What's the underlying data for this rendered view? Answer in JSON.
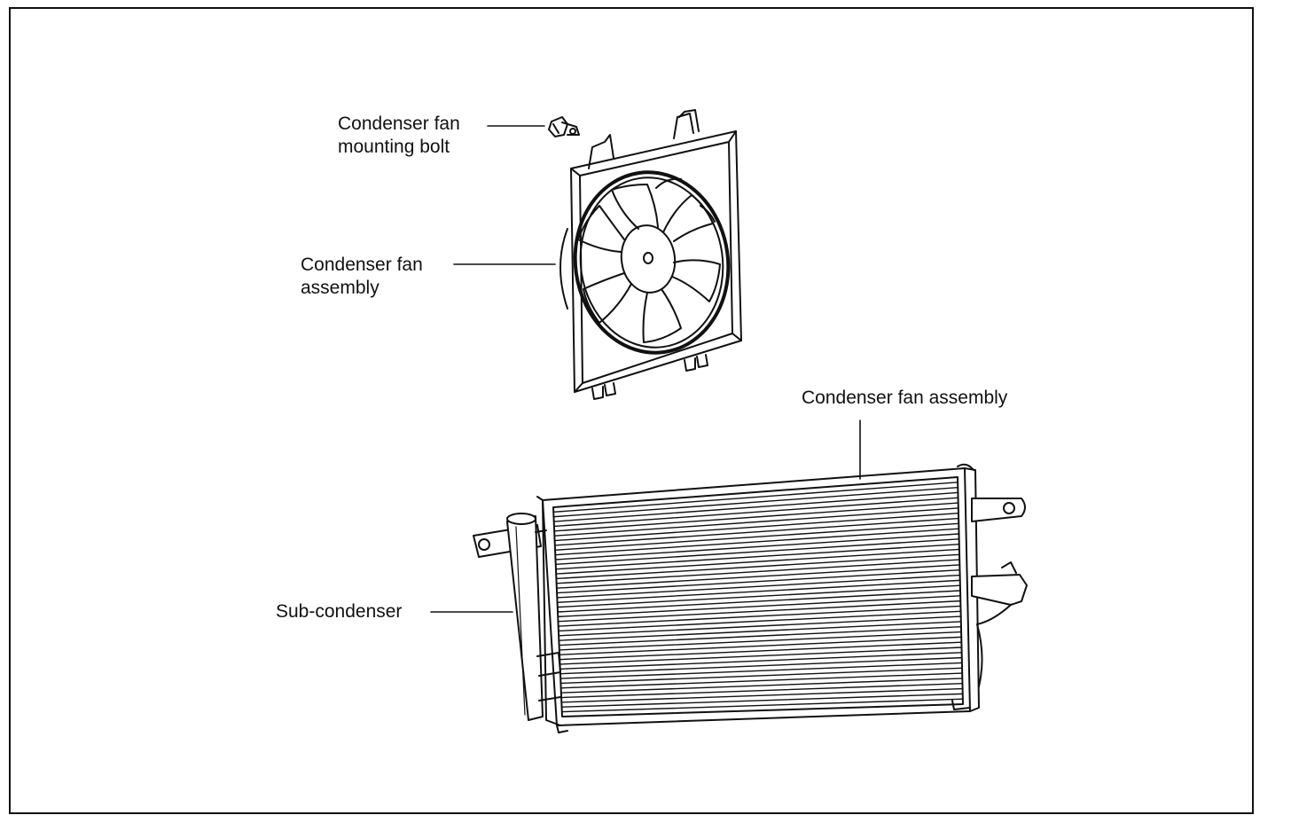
{
  "labels": {
    "mounting_bolt_line1": "Condenser fan",
    "mounting_bolt_line2": "mounting bolt",
    "fan_assembly_line1": "Condenser fan",
    "fan_assembly_line2": "assembly",
    "condenser_label": "Condenser fan assembly",
    "sub_condenser": "Sub-condenser"
  }
}
